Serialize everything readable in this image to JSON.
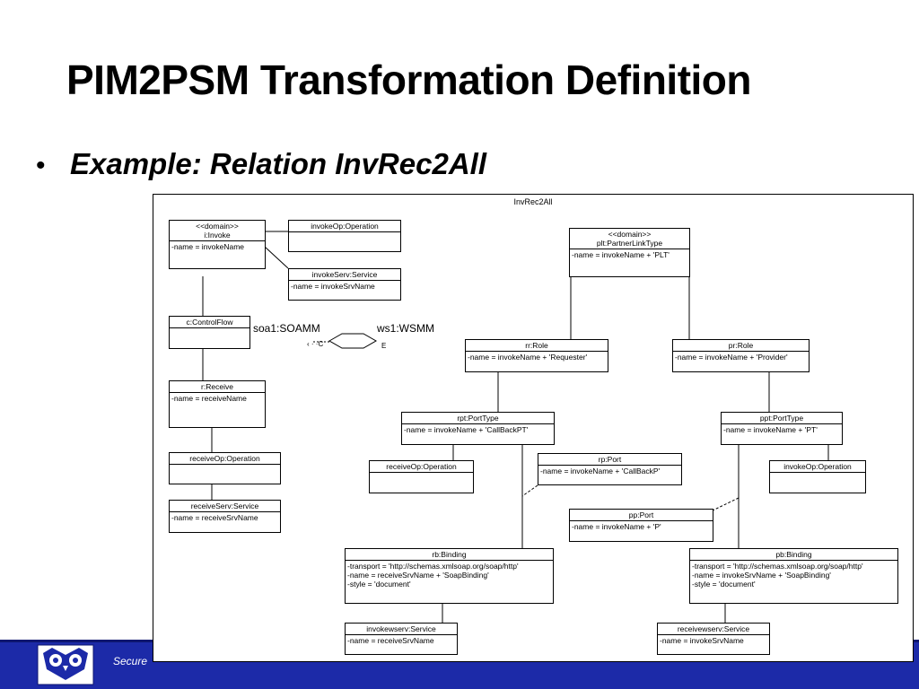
{
  "slide": {
    "title": "PIM2PSM Transformation Definition",
    "bullet": "Example: Relation InvRec2All",
    "footer_text": "Secure"
  },
  "diagram": {
    "frame_title": "InvRec2All",
    "domain_left": "soa1:SOAMM",
    "domain_right": "ws1:WSMM",
    "marker_left": "C",
    "marker_right": "E",
    "classes": {
      "invoke": {
        "stereotype": "<<domain>>",
        "name": "i:Invoke",
        "attrs": [
          "-name = invokeName"
        ]
      },
      "invokeop_top": {
        "name": "invokeOp:Operation",
        "attrs": []
      },
      "invokeserv": {
        "name": "invokeServ:Service",
        "attrs": [
          "-name = invokeSrvName"
        ]
      },
      "controlflow": {
        "name": "c:ControlFlow",
        "attrs": []
      },
      "receive": {
        "name": "r:Receive",
        "attrs": [
          "-name = receiveName"
        ]
      },
      "receiveop_left": {
        "name": "receiveOp:Operation",
        "attrs": []
      },
      "receiveserv": {
        "name": "receiveServ:Service",
        "attrs": [
          "-name = receiveSrvName"
        ]
      },
      "plt": {
        "stereotype": "<<domain>>",
        "name": "plt:PartnerLinkType",
        "attrs": [
          "-name = invokeName + 'PLT'"
        ]
      },
      "rr": {
        "name": "rr:Role",
        "attrs": [
          "-name = invokeName + 'Requester'"
        ]
      },
      "pr": {
        "name": "pr:Role",
        "attrs": [
          "-name = invokeName + 'Provider'"
        ]
      },
      "rpt": {
        "name": "rpt:PortType",
        "attrs": [
          "-name = invokeName + 'CallBackPT'"
        ]
      },
      "ppt": {
        "name": "ppt:PortType",
        "attrs": [
          "-name = invokeName + 'PT'"
        ]
      },
      "receiveop_mid": {
        "name": "receiveOp:Operation",
        "attrs": []
      },
      "rp": {
        "name": "rp:Port",
        "attrs": [
          "-name = invokeName + 'CallBackP'"
        ]
      },
      "invokeop_right": {
        "name": "invokeOp:Operation",
        "attrs": []
      },
      "pp": {
        "name": "pp:Port",
        "attrs": [
          "-name = invokeName + 'P'"
        ]
      },
      "rb": {
        "name": "rb:Binding",
        "attrs": [
          "-transport = 'http://schemas.xmlsoap.org/soap/http'",
          "-name = receiveSrvName + 'SoapBinding'",
          "-style = 'document'"
        ]
      },
      "pb": {
        "name": "pb:Binding",
        "attrs": [
          "-transport = 'http://schemas.xmlsoap.org/soap/http'",
          "-name = invokeSrvName + 'SoapBinding'",
          "-style = 'document'"
        ]
      },
      "invokewserv": {
        "name": "invokewserv:Service",
        "attrs": [
          "-name = receiveSrvName"
        ]
      },
      "receivewserv": {
        "name": "receivewserv:Service",
        "attrs": [
          "-name = invokeSrvName"
        ]
      }
    }
  },
  "colors": {
    "footer": "#1c2aa8",
    "footer_text": "#ffffff"
  }
}
